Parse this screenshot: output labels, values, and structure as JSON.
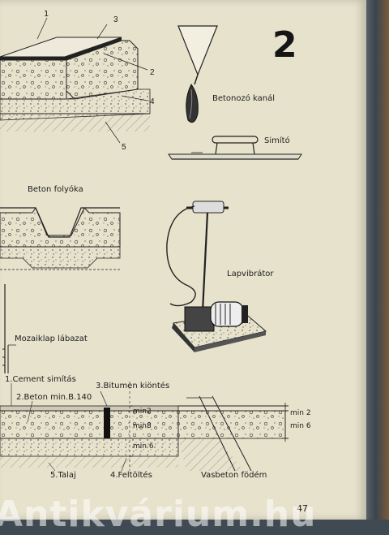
{
  "page": {
    "chapter_number": "2",
    "page_number": "47",
    "watermark": "Antikvárium.hu"
  },
  "figures": {
    "slab": {
      "callouts": [
        "1",
        "2",
        "3",
        "4",
        "5"
      ]
    },
    "trowel": {
      "label": "Betonozó kanál"
    },
    "float": {
      "label": "Simító"
    },
    "gutter": {
      "label": "Beton folyóka"
    },
    "vibrator": {
      "label": "Lapvibrátor"
    },
    "skirting": {
      "label": "Mozaiklap lábazat"
    },
    "floor_section": {
      "layers": [
        "1.Cement simítás",
        "2.Beton min.B.140",
        "3.Bitumen kiöntés",
        "4.Feltöltés",
        "5.Talaj"
      ],
      "dims_mid": [
        "min2",
        "min8",
        "min 6"
      ],
      "dims_right": [
        "min 2",
        "min 6"
      ],
      "slab_label": "Vasbeton födém"
    }
  },
  "colors": {
    "paper": "#e6e2cc",
    "ink": "#1d1d1d",
    "cover": "#3f4a52"
  }
}
